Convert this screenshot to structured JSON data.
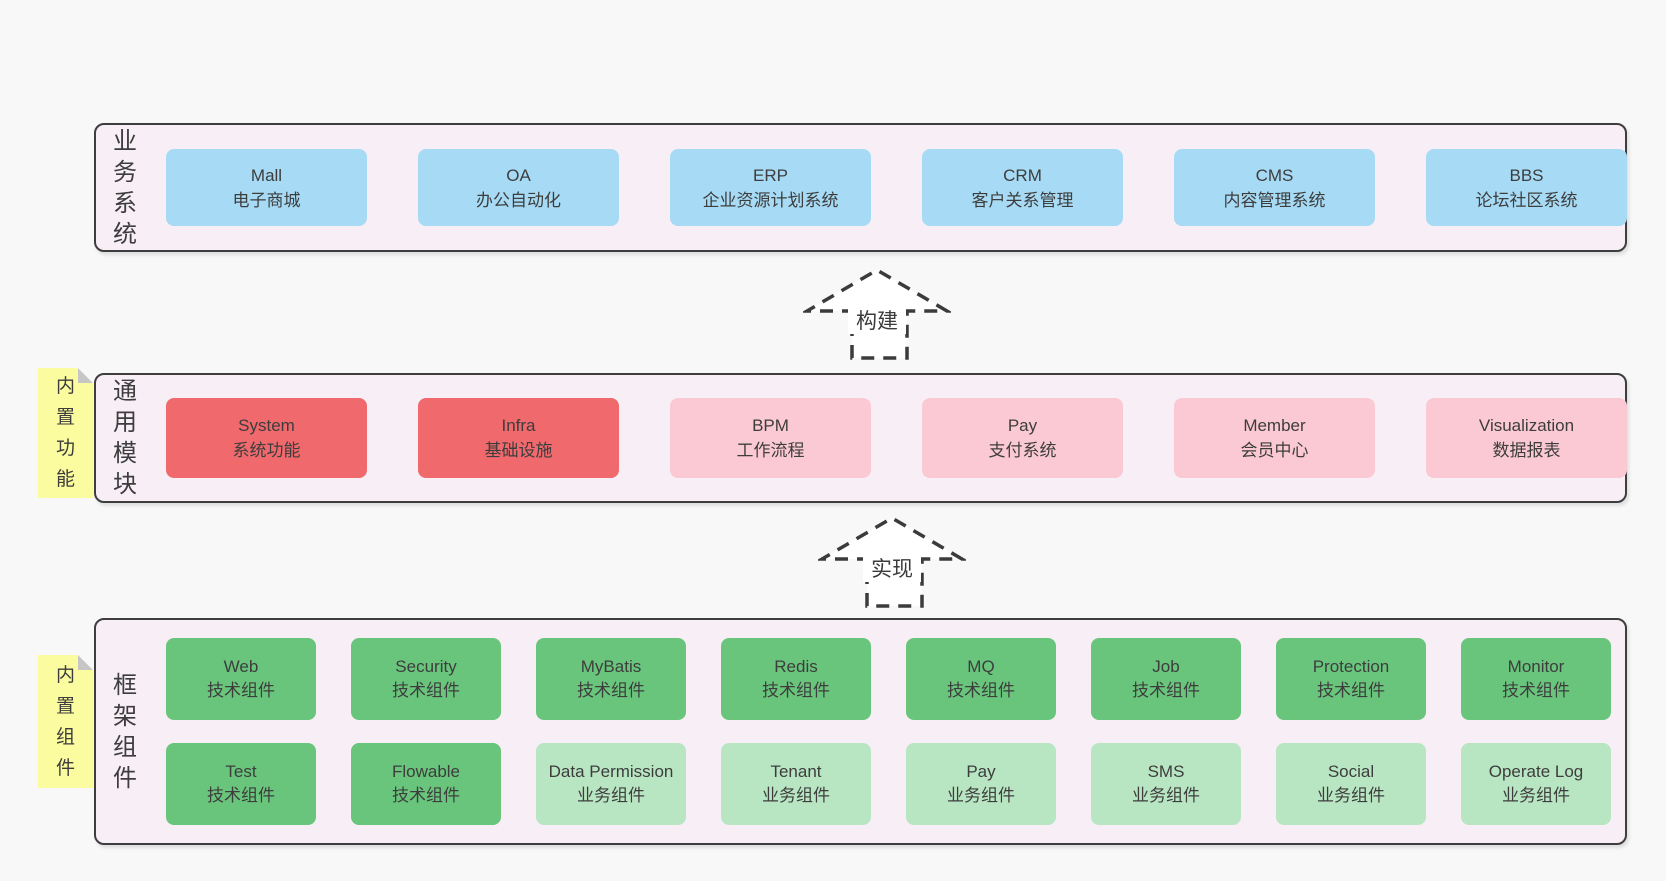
{
  "colors": {
    "page_bg": "#f8f8f8",
    "panel_bg": "#f8eef6",
    "panel_border": "#3e3e3e",
    "business_box_blue": "#a7dbf5",
    "core_module_red": "#f0696c",
    "optional_module_pink": "#fbc9d3",
    "tech_component_green": "#69c57c",
    "biz_component_light_green": "#b9e6c2",
    "tag_yellow": "#fbfb9f",
    "text": "#3b3b3b"
  },
  "arrows": [
    {
      "label": "构建"
    },
    {
      "label": "实现"
    }
  ],
  "panels": {
    "business": {
      "label": "业务系统",
      "boxes": [
        {
          "name": "Mall",
          "desc": "电子商城"
        },
        {
          "name": "OA",
          "desc": "办公自动化"
        },
        {
          "name": "ERP",
          "desc": "企业资源计划系统"
        },
        {
          "name": "CRM",
          "desc": "客户关系管理"
        },
        {
          "name": "CMS",
          "desc": "内容管理系统"
        },
        {
          "name": "BBS",
          "desc": "论坛社区系统"
        }
      ]
    },
    "modules": {
      "label": "通用模块",
      "tag_label": "内置功能",
      "boxes": [
        {
          "name": "System",
          "desc": "系统功能"
        },
        {
          "name": "Infra",
          "desc": "基础设施"
        },
        {
          "name": "BPM",
          "desc": "工作流程"
        },
        {
          "name": "Pay",
          "desc": "支付系统"
        },
        {
          "name": "Member",
          "desc": "会员中心"
        },
        {
          "name": "Visualization",
          "desc": "数据报表"
        }
      ]
    },
    "framework": {
      "label": "框架组件",
      "tag_label": "内置组件",
      "row1": [
        {
          "name": "Web",
          "desc": "技术组件"
        },
        {
          "name": "Security",
          "desc": "技术组件"
        },
        {
          "name": "MyBatis",
          "desc": "技术组件"
        },
        {
          "name": "Redis",
          "desc": "技术组件"
        },
        {
          "name": "MQ",
          "desc": "技术组件"
        },
        {
          "name": "Job",
          "desc": "技术组件"
        },
        {
          "name": "Protection",
          "desc": "技术组件"
        },
        {
          "name": "Monitor",
          "desc": "技术组件"
        }
      ],
      "row2": [
        {
          "name": "Test",
          "desc": "技术组件"
        },
        {
          "name": "Flowable",
          "desc": "技术组件"
        },
        {
          "name": "Data Permission",
          "desc": "业务组件"
        },
        {
          "name": "Tenant",
          "desc": "业务组件"
        },
        {
          "name": "Pay",
          "desc": "业务组件"
        },
        {
          "name": "SMS",
          "desc": "业务组件"
        },
        {
          "name": "Social",
          "desc": "业务组件"
        },
        {
          "name": "Operate Log",
          "desc": "业务组件"
        }
      ]
    }
  }
}
